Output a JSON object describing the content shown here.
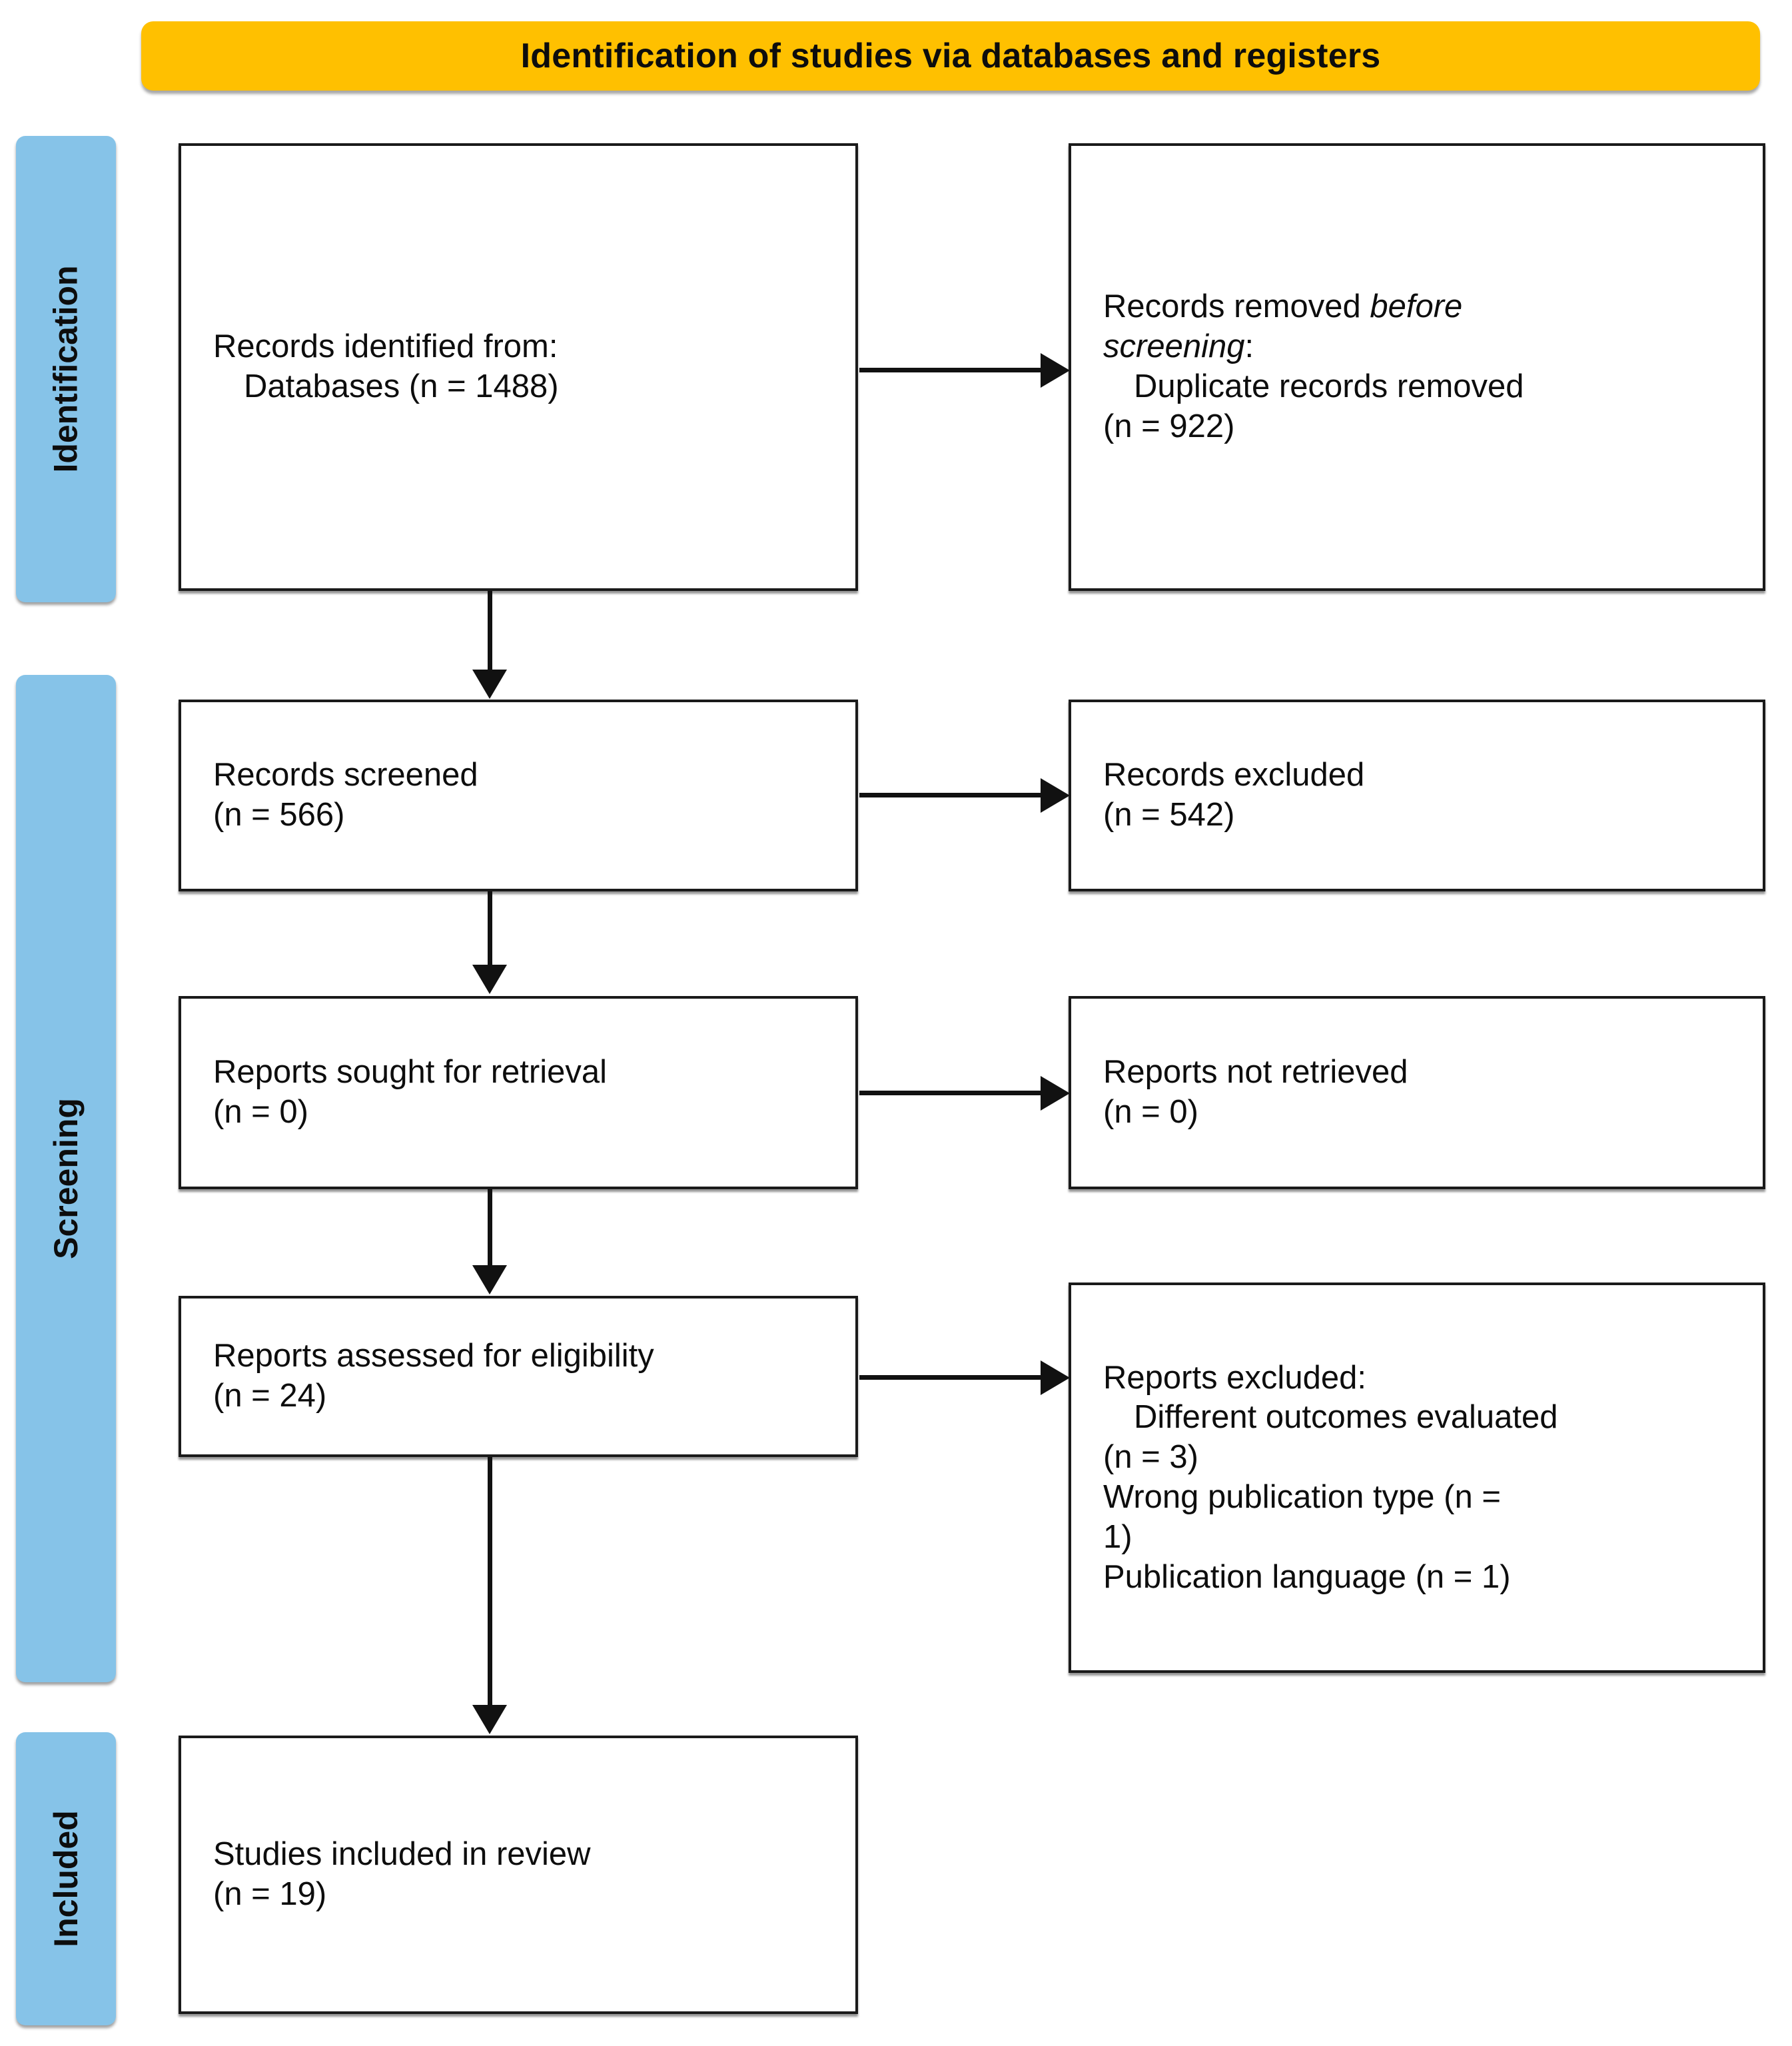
{
  "diagram": {
    "type": "prisma-flow-diagram",
    "banner": {
      "title": "Identification of studies via databases and registers",
      "color": "#FFC000"
    },
    "stages": [
      {
        "id": "identification",
        "label": "Identification",
        "color": "#86C3E8"
      },
      {
        "id": "screening",
        "label": "Screening",
        "color": "#86C3E8"
      },
      {
        "id": "included",
        "label": "Included",
        "color": "#86C3E8"
      }
    ],
    "boxes": {
      "records_identified": {
        "line1": "Records identified from:",
        "line2": "Databases (n = 1488)",
        "count": 1488
      },
      "records_removed": {
        "line1_plain": "Records removed ",
        "line1_italic": "before",
        "line2_italic": "screening",
        "line2_plain": ":",
        "line3": "Duplicate records removed",
        "line4": "(n = 922)",
        "count": 922
      },
      "records_screened": {
        "line1": "Records screened",
        "line2": "(n = 566)",
        "count": 566
      },
      "records_excluded": {
        "line1": "Records excluded",
        "line2": "(n = 542)",
        "count": 542
      },
      "reports_sought": {
        "line1": "Reports sought for retrieval",
        "line2": "(n = 0)",
        "count": 0
      },
      "reports_not_retrieved": {
        "line1": "Reports not retrieved",
        "line2": "(n = 0)",
        "count": 0
      },
      "reports_assessed": {
        "line1": "Reports assessed for eligibility",
        "line2": "(n = 24)",
        "count": 24
      },
      "reports_excluded": {
        "line1": "Reports excluded:",
        "line2": "Different outcomes evaluated",
        "line3": "(n = 3)",
        "line4": "Wrong publication type (n =",
        "line5": "1)",
        "line6": "Publication language (n = 1)",
        "counts": {
          "different_outcomes": 3,
          "wrong_publication_type": 1,
          "publication_language": 1
        }
      },
      "studies_included": {
        "line1": "Studies included in review",
        "line2": "(n = 19)",
        "count": 19
      }
    }
  }
}
